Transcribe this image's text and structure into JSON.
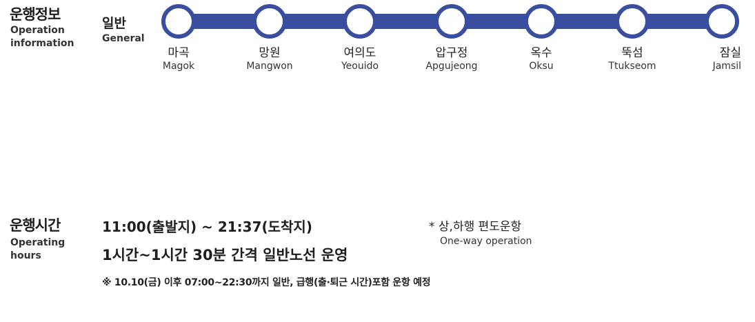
{
  "operation": {
    "heading_ko": "운행정보",
    "heading_en_line1": "Operation",
    "heading_en_line2": "information"
  },
  "service_type": {
    "label_ko": "일반",
    "label_en": "General"
  },
  "route": {
    "line_color": "#3a4ea0",
    "station_fill": "#ffffff",
    "stations": [
      {
        "name_ko": "마곡",
        "name_en": "Magok"
      },
      {
        "name_ko": "망원",
        "name_en": "Mangwon"
      },
      {
        "name_ko": "여의도",
        "name_en": "Yeouido"
      },
      {
        "name_ko": "압구정",
        "name_en": "Apgujeong"
      },
      {
        "name_ko": "옥수",
        "name_en": "Oksu"
      },
      {
        "name_ko": "뚝섬",
        "name_en": "Ttukseom"
      },
      {
        "name_ko": "잠실",
        "name_en": "Jamsil"
      }
    ]
  },
  "hours": {
    "heading_ko": "운행시간",
    "heading_en_line1": "Operating",
    "heading_en_line2": "hours",
    "schedule": "11:00(출발지) ~ 21:37(도착지)",
    "interval": "1시간~1시간 30분 간격 일반노선 운영",
    "note": "※ 10.10(금) 이후 07:00~22:30까지 일반, 급행(출·퇴근 시간)포함 운항 예정",
    "oneway_ko": "* 상,하행 편도운항",
    "oneway_en": "One-way operation"
  }
}
